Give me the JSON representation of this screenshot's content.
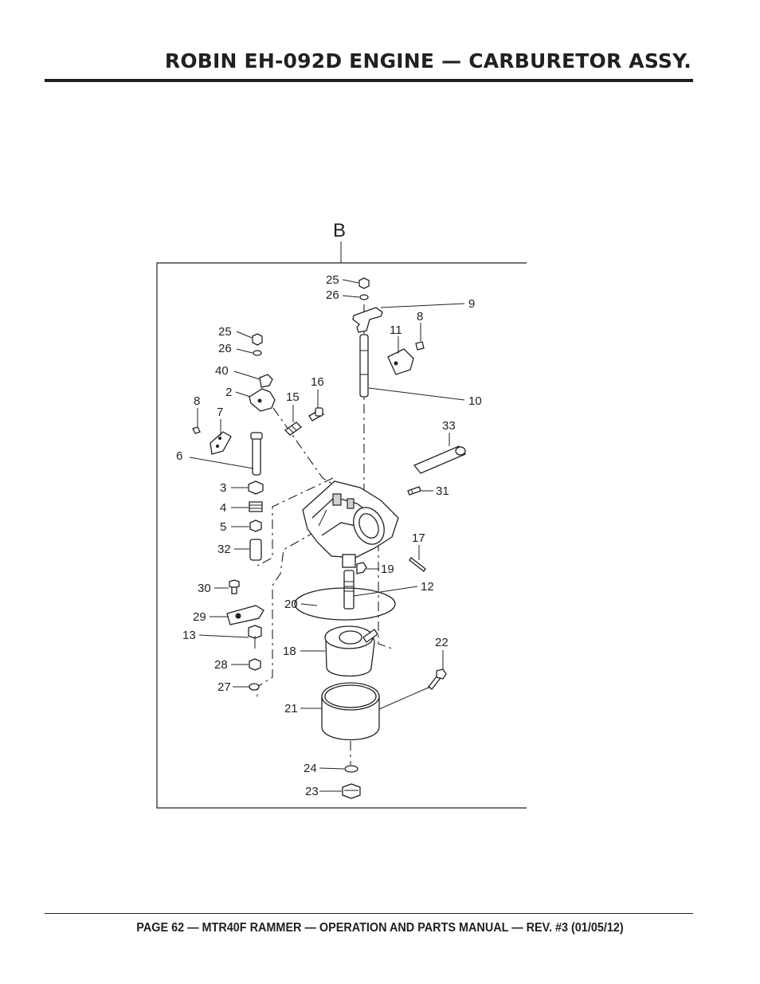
{
  "header": {
    "title": "ROBIN EH-092D ENGINE — CARBURETOR ASSY."
  },
  "diagram": {
    "section_label": "B",
    "callouts": {
      "c25a": "25",
      "c26a": "26",
      "c9": "9",
      "c8a": "8",
      "c11": "11",
      "c10": "10",
      "c25b": "25",
      "c26b": "26",
      "c40": "40",
      "c2": "2",
      "c15": "15",
      "c16": "16",
      "c8b": "8",
      "c7": "7",
      "c6": "6",
      "c33": "33",
      "c31": "31",
      "c3": "3",
      "c4": "4",
      "c5": "5",
      "c32": "32",
      "c17": "17",
      "c19": "19",
      "c12": "12",
      "c30": "30",
      "c20": "20",
      "c29": "29",
      "c13": "13",
      "c18": "18",
      "c22": "22",
      "c28": "28",
      "c27": "27",
      "c21": "21",
      "c24": "24",
      "c23": "23"
    }
  },
  "footer": {
    "text": "PAGE 62 — MTR40F RAMMER — OPERATION AND PARTS MANUAL — REV. #3 (01/05/12)"
  }
}
